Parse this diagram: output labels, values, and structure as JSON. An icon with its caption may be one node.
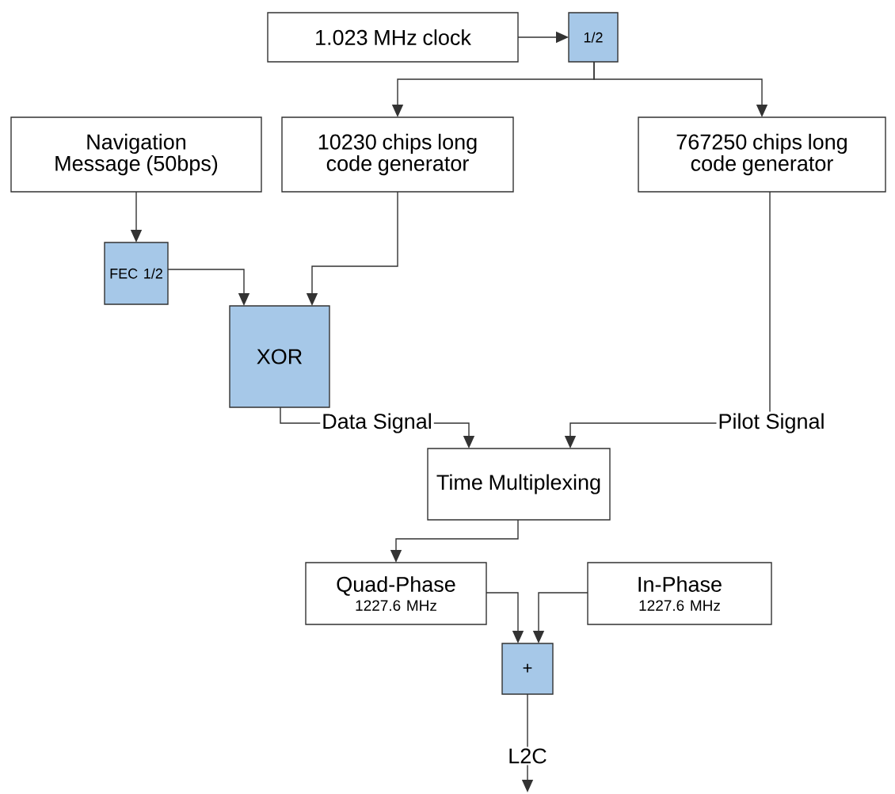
{
  "diagram": {
    "nodes": [
      {
        "text": [
          "1.023 MHz clock"
        ]
      },
      {
        "text": [
          "1/2"
        ]
      },
      {
        "text": [
          "Navigation Message (50bps)"
        ]
      },
      {
        "text": [
          "10230 chips long code generator"
        ]
      },
      {
        "text": [
          "767250 chips long code generator"
        ]
      },
      {
        "text": [
          "FEC 1/2"
        ]
      },
      {
        "text": [
          "XOR"
        ]
      },
      {
        "text": [
          "Time Multiplexing"
        ]
      },
      {
        "text": [
          "Quad-Phase",
          "1227.6 MHz"
        ]
      },
      {
        "text": [
          "In-Phase",
          "1227.6 MHz"
        ]
      },
      {
        "text": [
          "+"
        ]
      }
    ],
    "edges": [
      {
        "from": 0,
        "to": 1,
        "arrow": "to"
      },
      {
        "from": 1,
        "to": 3,
        "arrow": "to"
      },
      {
        "from": 1,
        "to": 4,
        "arrow": "to"
      },
      {
        "from": 2,
        "to": 5,
        "arrow": "to"
      },
      {
        "from": 5,
        "to": 6,
        "arrow": "to"
      },
      {
        "from": 3,
        "to": 6,
        "arrow": "to"
      },
      {
        "from": 6,
        "to": 7,
        "arrow": "to",
        "label": "Data Signal"
      },
      {
        "from": 4,
        "to": 7,
        "arrow": "to",
        "label": "Pilot Signal"
      },
      {
        "from": 7,
        "to": 8,
        "arrow": "to"
      },
      {
        "from": 8,
        "to": 10,
        "arrow": "to"
      },
      {
        "from": 9,
        "to": 10,
        "arrow": "to"
      },
      {
        "from": 10,
        "to": null,
        "arrow": "to",
        "label": "L2C"
      }
    ]
  }
}
